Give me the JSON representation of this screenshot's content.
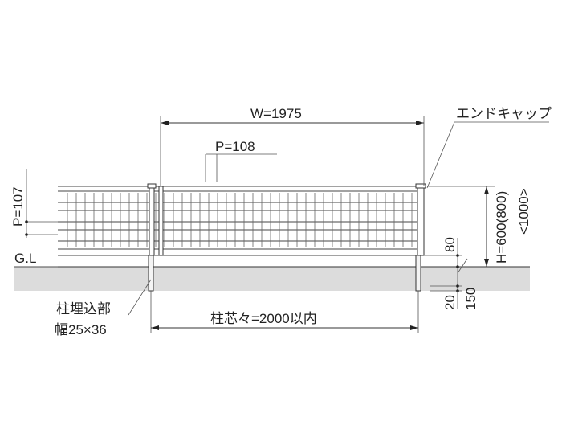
{
  "labels": {
    "width": "W=1975",
    "pitch_horizontal": "P=108",
    "pitch_vertical": "P=107",
    "end_cap": "エンドキャップ",
    "height": "H=600(800)",
    "height_alt": "<1000>",
    "ground_level": "G.L",
    "post_offset": "80",
    "embed_20": "20",
    "embed_150": "150",
    "post_embed_title": "柱埋込部",
    "post_embed_size": "幅25×36",
    "post_pitch": "柱芯々=2000以内"
  },
  "colors": {
    "ground": "#dcdcdc",
    "line": "#333333"
  }
}
